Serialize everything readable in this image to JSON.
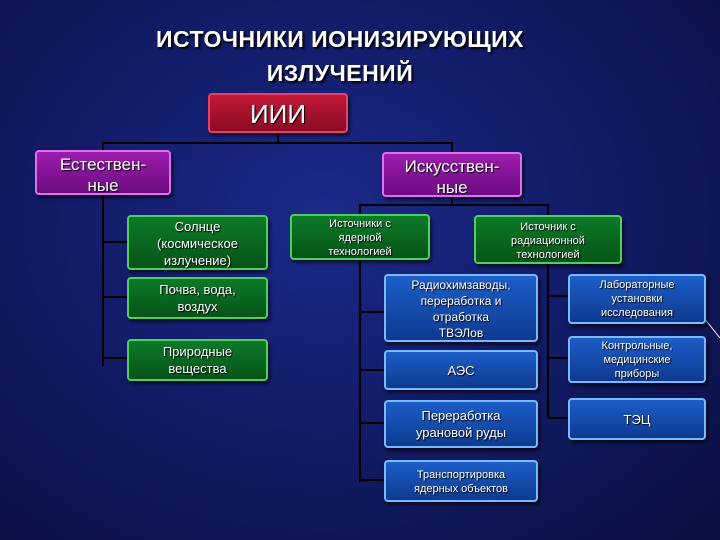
{
  "title": {
    "line1": "ИСТОЧНИКИ ИОНИЗИРУЮЩИХ",
    "line2": "ИЗЛУЧЕНИЙ"
  },
  "root": {
    "label": "ИИИ"
  },
  "natural": {
    "label": "Естествен-\nные",
    "items": [
      "Солнце\n(космическое\nизлучение)",
      "Почва, вода,\nвоздух",
      "Природные\nвещества"
    ]
  },
  "artificial": {
    "label": "Искусствен-\nные",
    "nuclear": {
      "label": "Источники с\nядерной\nтехнологией",
      "items": [
        "Радиохимзаводы,\nпереработка и\nотработка\nТВЭЛов",
        "АЭС",
        "Переработка\nурановой руды",
        "Транспортировка\nядерных объектов"
      ]
    },
    "radiation": {
      "label": "Источник с\nрадиационной\nтехнологией",
      "items": [
        "Лабораторные\nустановки\nисследования",
        "Контрольные,\nмедицинские\nприборы",
        "ТЭЦ"
      ]
    }
  },
  "colors": {
    "root": "#b81232",
    "category": "#8a149e",
    "natural_item": "#0a6a22",
    "artificial_item": "#1a54b8",
    "background": "#121c68",
    "connector": "#000000"
  }
}
